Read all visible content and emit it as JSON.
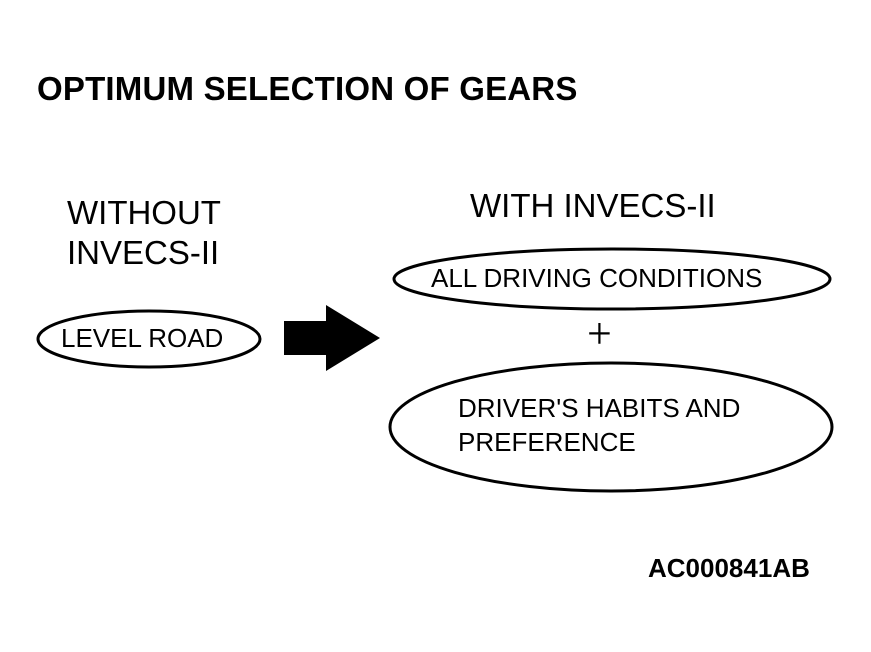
{
  "title": "OPTIMUM SELECTION OF GEARS",
  "without": {
    "line1": "WITHOUT",
    "line2": "INVECS-II",
    "condition": "LEVEL ROAD"
  },
  "with": {
    "heading": "WITH INVECS-II",
    "condition1": "ALL DRIVING CONDITIONS",
    "plus": "+",
    "condition2_line1": "DRIVER'S HABITS AND",
    "condition2_line2": "PREFERENCE"
  },
  "figure_code": "AC000841AB",
  "arrow": {
    "icon": "right-arrow-icon",
    "color": "#000000"
  }
}
